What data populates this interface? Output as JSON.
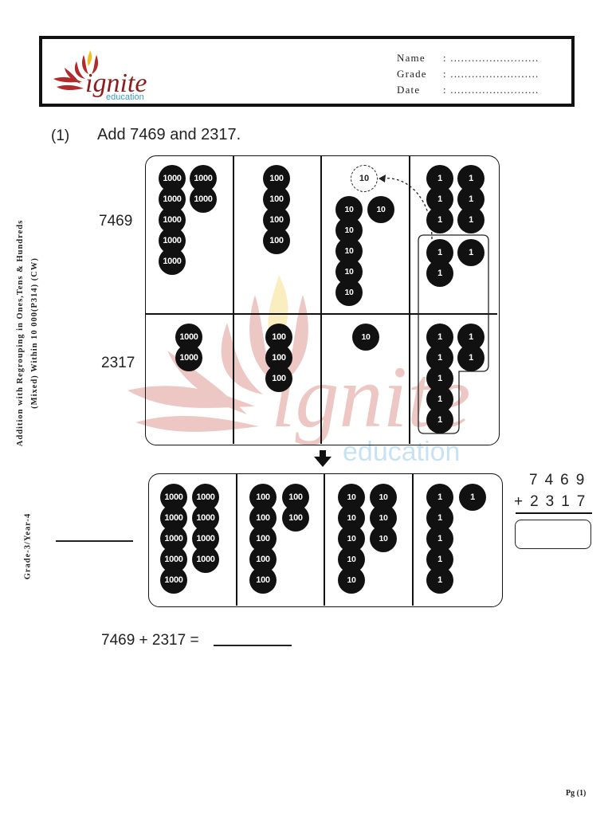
{
  "header": {
    "logo_text": "ignite",
    "logo_sub": "education",
    "fields": [
      {
        "label": "Name",
        "value": ": ........................."
      },
      {
        "label": "Grade",
        "value": ": ........................."
      },
      {
        "label": "Date",
        "value": ": ........................."
      }
    ]
  },
  "question": {
    "number": "(1)",
    "text": "Add 7469 and 2317."
  },
  "side_title": {
    "line1": "Addition with Regrouping in Ones,Tens & Hundreds",
    "line2": "(Mixed) Within 10 000(P314) (CW)",
    "grade": "Grade-3/Year-4"
  },
  "rows": {
    "top_label": "7469",
    "bottom_label": "2317"
  },
  "discs": {
    "thousand": "1000",
    "hundred": "100",
    "ten": "10",
    "one": "1"
  },
  "column_addition": {
    "top": "7469",
    "bottom": "+2317"
  },
  "equation": "7469 + 2317 =",
  "page": "Pg (1)",
  "watermark": {
    "text": "ignite",
    "sub": "education"
  }
}
